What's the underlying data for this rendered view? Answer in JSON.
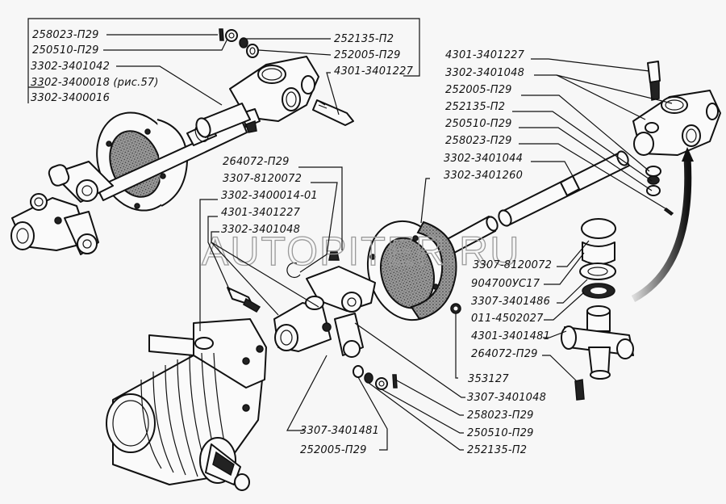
{
  "diagram": {
    "title": "Steering column cardan shaft assembly – exploded parts view",
    "watermark": "AUTOPITER.RU",
    "groups": {
      "top_left": [
        "258023-П29",
        "250510-П29",
        "3302-3401042",
        "3302-3400018 (рис.57)",
        "3302-3400016"
      ],
      "top_center": [
        "252135-П2",
        "252005-П29",
        "4301-3401227"
      ],
      "top_right": [
        "4301-3401227",
        "3302-3401048",
        "252005-П29",
        "252135-П2",
        "250510-П29",
        "258023-П29",
        "3302-3401044",
        "3302-3401260"
      ],
      "middle_left": [
        "264072-П29",
        "3307-8120072",
        "3302-3400014-01",
        "4301-3401227",
        "3302-3401048"
      ],
      "right_column": [
        "3307-8120072",
        "904700УС17",
        "3307-3401486",
        "011-4502027",
        "4301-3401481",
        "264072-П29",
        "353127"
      ],
      "bottom_right": [
        "3307-3401048",
        "258023-П29",
        "250510-П29",
        "252135-П2"
      ],
      "bottom_center": [
        "3307-3401481",
        "252005-П29"
      ]
    },
    "parts": [
      "universal-joint-upper",
      "universal-joint-lower",
      "intermediate-shaft",
      "splined-shaft",
      "flange-seal-upper",
      "flange-seal-lower",
      "steering-gear-housing",
      "cross-spider-assembly",
      "bearing-cup",
      "snap-ring",
      "grease-fitting",
      "wedge-bolt",
      "nut",
      "washer",
      "cotter-pin"
    ]
  }
}
